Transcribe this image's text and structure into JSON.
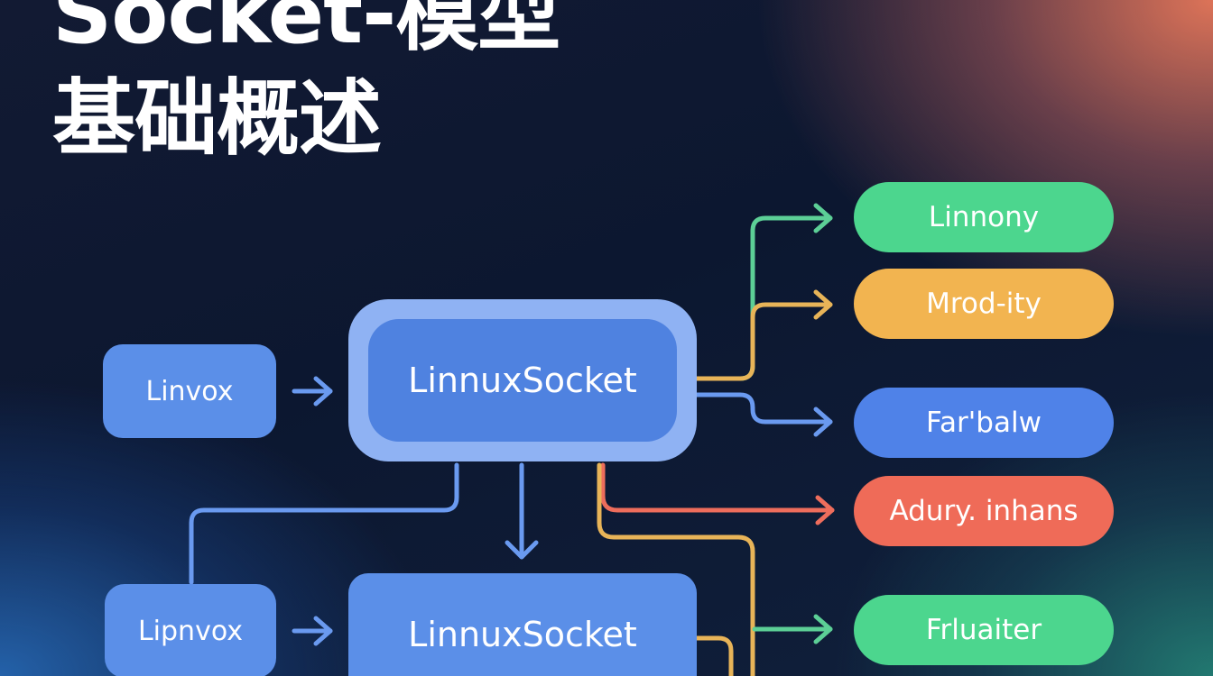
{
  "title": {
    "line1": "Socket-模型",
    "line2": "基础概述"
  },
  "nodes": {
    "left_top": "Linvox",
    "core_top": "LinnuxSocket",
    "left_bottom": "Lipnvox",
    "core_bottom": "LinnuxSocket"
  },
  "outputs": [
    {
      "label": "Linnony",
      "color": "#4cd68e"
    },
    {
      "label": "Mrod-ity",
      "color": "#f2b450"
    },
    {
      "label": "Far'balw",
      "color": "#4f82e8"
    },
    {
      "label": "Adury. inhans",
      "color": "#ef6b58"
    },
    {
      "label": "Frluaiter",
      "color": "#4cd68e"
    }
  ],
  "colors": {
    "blue_line": "#6a9af0",
    "green_line": "#5ccf96",
    "yellow_line": "#e8b458",
    "red_line": "#ee6d5c"
  },
  "icons": {
    "arrow": "arrow-right-icon",
    "arrow_down": "arrow-down-icon"
  }
}
